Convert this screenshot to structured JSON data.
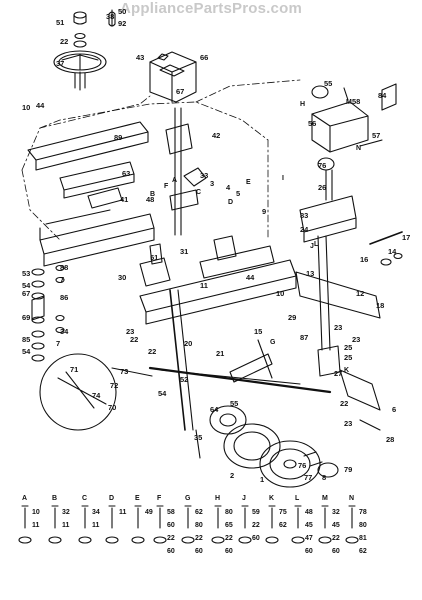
{
  "watermark": "AppliancePartsPros.com",
  "callouts": [
    "50",
    "51",
    "92",
    "38",
    "22",
    "37",
    "43",
    "66",
    "67",
    "42",
    "44",
    "10",
    "41",
    "89",
    "63",
    "33",
    "48",
    "9",
    "31",
    "30",
    "51",
    "44",
    "11",
    "10",
    "88",
    "7",
    "53",
    "54",
    "67",
    "86",
    "69",
    "34",
    "85",
    "54",
    "7",
    "23",
    "22",
    "20",
    "21",
    "22",
    "29",
    "87",
    "15",
    "23",
    "25",
    "27",
    "26",
    "16",
    "22",
    "52",
    "54",
    "55",
    "64",
    "35",
    "2",
    "1",
    "77",
    "76",
    "8",
    "79",
    "6",
    "23",
    "28",
    "73",
    "71",
    "72",
    "74",
    "70",
    "83",
    "24",
    "14",
    "12",
    "13",
    "17",
    "18",
    "58",
    "55",
    "56",
    "76",
    "84",
    "57",
    "3",
    "4",
    "5",
    "25",
    "23"
  ],
  "section_letters": [
    "A",
    "B",
    "C",
    "D",
    "E",
    "F",
    "G",
    "H",
    "I",
    "J",
    "K",
    "L",
    "M",
    "N"
  ],
  "hardware": [
    {
      "letter": "A",
      "nums": [
        "10",
        "11"
      ]
    },
    {
      "letter": "B",
      "nums": [
        "32",
        "11"
      ]
    },
    {
      "letter": "C",
      "nums": [
        "34",
        "11"
      ]
    },
    {
      "letter": "D",
      "nums": [
        "11"
      ]
    },
    {
      "letter": "E",
      "nums": [
        "49"
      ]
    },
    {
      "letter": "F",
      "nums": [
        "58",
        "60",
        "22",
        "60"
      ]
    },
    {
      "letter": "G",
      "nums": [
        "62",
        "80",
        "22",
        "60"
      ]
    },
    {
      "letter": "H",
      "nums": [
        "80",
        "65",
        "22",
        "60"
      ]
    },
    {
      "letter": "J",
      "nums": [
        "59",
        "22",
        "60"
      ]
    },
    {
      "letter": "K",
      "nums": [
        "75",
        "62"
      ]
    },
    {
      "letter": "L",
      "nums": [
        "48",
        "45",
        "47",
        "60"
      ]
    },
    {
      "letter": "M",
      "nums": [
        "32",
        "45",
        "22",
        "60"
      ]
    },
    {
      "letter": "N",
      "nums": [
        "78",
        "80",
        "81",
        "62"
      ]
    }
  ]
}
